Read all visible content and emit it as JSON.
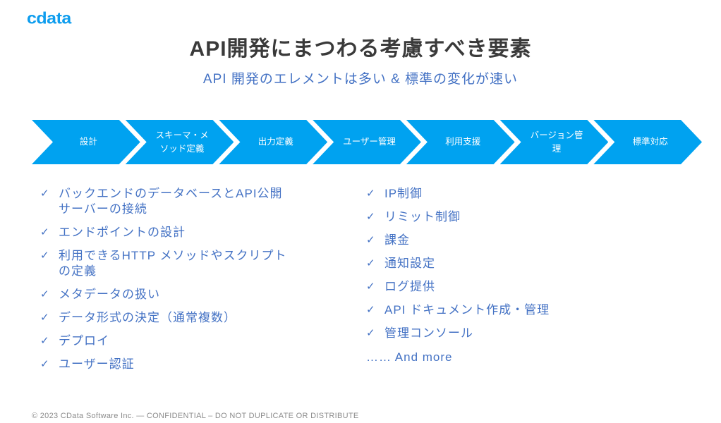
{
  "brand": {
    "logo_text": "cdata"
  },
  "header": {
    "title": "API開発にまつわる考慮すべき要素",
    "subtitle": "API 開発のエレメントは多い & 標準の変化が速い"
  },
  "process_flow": {
    "steps": [
      {
        "label": "設計"
      },
      {
        "label": "スキーマ・メソッド定義"
      },
      {
        "label": "出力定義"
      },
      {
        "label": "ユーザー管理"
      },
      {
        "label": "利用支援"
      },
      {
        "label": "バージョン管理"
      },
      {
        "label": "標準対応"
      }
    ]
  },
  "icons": {
    "check": "✓"
  },
  "lists": {
    "left": [
      "バックエンドのデータベースとAPI公開サーバーの接続",
      "エンドポイントの設計",
      "利用できるHTTP メソッドやスクリプトの定義",
      "メタデータの扱い",
      "データ形式の決定（通常複数）",
      "デプロイ",
      "ユーザー認証"
    ],
    "right": [
      "IP制御",
      "リミット制御",
      "課金",
      "通知設定",
      "ログ提供",
      "API ドキュメント作成・管理",
      "管理コンソール"
    ],
    "right_more": "…… And more"
  },
  "footer": {
    "text": "© 2023 CData Software Inc. — CONFIDENTIAL – DO NOT DUPLICATE OR DISTRIBUTE"
  },
  "colors": {
    "chevron_blue": "#00A2F0",
    "accent_text_blue": "#4472C4",
    "title_gray": "#3A3A3A",
    "footer_gray": "#8C8C8C",
    "logo_blue": "#0E9DEE"
  }
}
